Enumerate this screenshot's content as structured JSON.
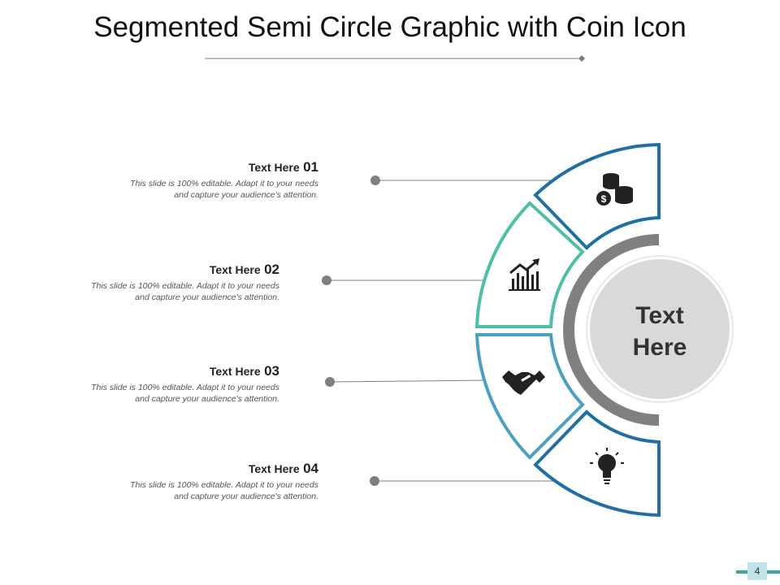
{
  "title": "Segmented Semi Circle Graphic with Coin Icon",
  "center": {
    "line1": "Text",
    "line2": "Here"
  },
  "items": [
    {
      "heading": "Text Here",
      "number": "01",
      "desc1": "This slide is 100% editable. Adapt it to your needs",
      "desc2": "and capture your audience's attention.",
      "icon": "coins-dollar-icon",
      "color": "#1f6fa3"
    },
    {
      "heading": "Text Here",
      "number": "02",
      "desc1": "This slide is 100% editable. Adapt it to your needs",
      "desc2": "and capture your audience's attention.",
      "icon": "growth-chart-icon",
      "color": "#4dbfa6"
    },
    {
      "heading": "Text Here",
      "number": "03",
      "desc1": "This slide is 100% editable. Adapt it to your needs",
      "desc2": "and capture your audience's attention.",
      "icon": "handshake-icon",
      "color": "#4aa0c2"
    },
    {
      "heading": "Text Here",
      "number": "04",
      "desc1": "This slide is 100% editable. Adapt it to your needs",
      "desc2": "and capture your audience's attention.",
      "icon": "lightbulb-icon",
      "color": "#1f6fa3"
    }
  ],
  "slide_number": "4",
  "colors": {
    "inner_ring": "#808080",
    "center_circle": "#d9d9d9",
    "connector": "#7f7f7f",
    "dot": "#7f7f7f"
  }
}
